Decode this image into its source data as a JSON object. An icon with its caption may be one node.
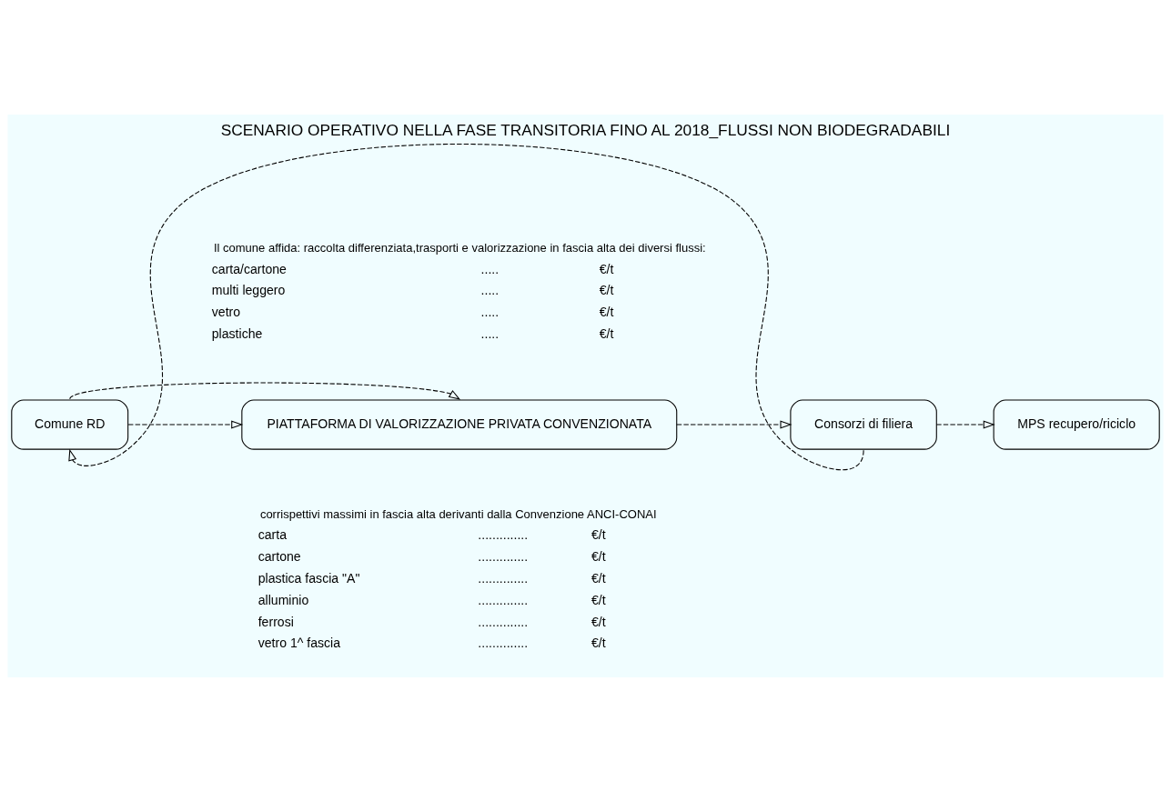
{
  "diagram": {
    "title": "SCENARIO OPERATIVO NELLA FASE TRANSITORIA FINO AL 2018_FLUSSI NON BIODEGRADABILI",
    "nodes": [
      {
        "text": [
          "Comune RD"
        ]
      },
      {
        "text": [
          "PIATTAFORMA DI VALORIZZAZIONE PRIVATA CONVENZIONATA"
        ]
      },
      {
        "text": [
          "Consorzi di filiera"
        ]
      },
      {
        "text": [
          "MPS recupero/riciclo"
        ]
      }
    ],
    "edges": [
      {
        "from": 0,
        "to": 1,
        "arrow": "to",
        "style": "dashed"
      },
      {
        "from": 0,
        "to": 1,
        "arrow": "to",
        "style": "dashed"
      },
      {
        "from": 1,
        "to": 2,
        "arrow": "to",
        "style": "dashed"
      },
      {
        "from": 2,
        "to": 3,
        "arrow": "to",
        "style": "dashed"
      },
      {
        "from": 2,
        "to": 0,
        "arrow": "to",
        "style": "dashed"
      }
    ],
    "labels": [
      "Il comune affida: raccolta differenziata,trasporti e valorizzazione in fascia alta dei diversi flussi:",
      "carta/cartone",
      ".....",
      "€/t",
      "multi leggero",
      ".....",
      "€/t",
      "vetro",
      ".....",
      "€/t",
      "plastiche",
      ".....",
      "€/t",
      "corrispettivi massimi in fascia alta derivanti dalla Convenzione ANCI-CONAI",
      "carta",
      "..............",
      "€/t",
      "cartone",
      "..............",
      "€/t",
      "plastica fascia \"A\"",
      "..............",
      "€/t",
      "alluminio",
      "..............",
      "€/t",
      "ferrosi",
      "..............",
      "€/t",
      "vetro 1^ fascia",
      "..............",
      "€/t"
    ]
  }
}
